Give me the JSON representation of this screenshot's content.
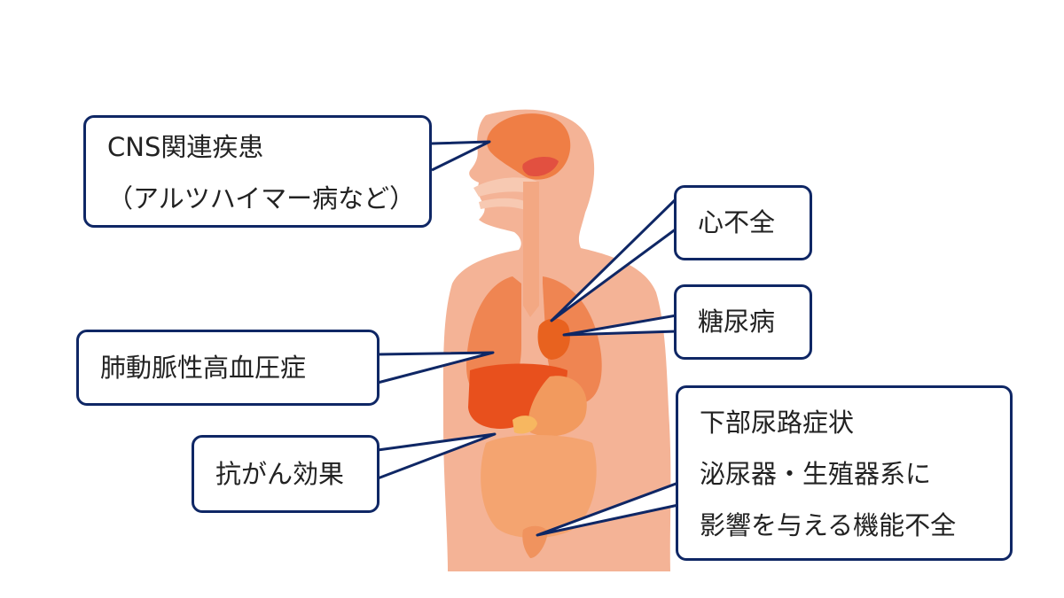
{
  "labels": {
    "cns": {
      "line1": "CNS関連疾患",
      "line2": "（アルツハイマー病など）"
    },
    "heart_failure": "心不全",
    "diabetes": "糖尿病",
    "pah": "肺動脈性高血圧症",
    "anticancer": "抗がん効果",
    "luts": {
      "line1": "下部尿路症状",
      "line2": "泌尿器・生殖器系に",
      "line3": "影響を与える機能不全"
    }
  },
  "colors": {
    "callout_border": "#0f2765",
    "body_skin": "#f4b396",
    "organ_orange": "#ef7e45",
    "liver": "#e8501d",
    "brain_highlight": "#e25040",
    "intestine": "#f4a470"
  }
}
